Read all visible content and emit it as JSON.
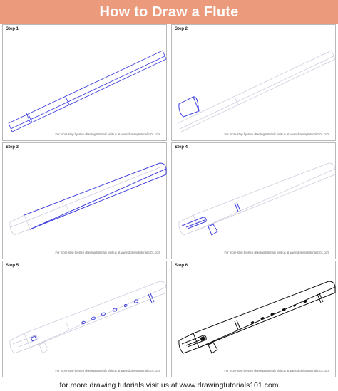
{
  "title": "How to Draw a Flute",
  "footer": "for more drawing tutorials visit us at www.drawingtutorials101.com",
  "steps": [
    {
      "label": "Step 1",
      "credit": "For more step by step drawing tutorials visit us at www.drawingtutorials101.com"
    },
    {
      "label": "Step 2",
      "credit": "For more step by step drawing tutorials visit us at www.drawingtutorials101.com"
    },
    {
      "label": "Step 3",
      "credit": "For more step by step drawing tutorials visit us at www.drawingtutorials101.com"
    },
    {
      "label": "Step 4",
      "credit": "For more step by step drawing tutorials visit us at www.drawingtutorials101.com"
    },
    {
      "label": "Step 5",
      "credit": "For more step by step drawing tutorials visit us at www.drawingtutorials101.com"
    },
    {
      "label": "Step 6",
      "credit": "For more step by step drawing tutorials visit us at www.drawingtutorials101.com"
    }
  ],
  "colors": {
    "title_bar": "#ec9a7c",
    "new_lines": "#3f3fe0",
    "guide_lines": "#c8c8dc",
    "final_lines": "#111111",
    "border": "#b9b9b9"
  }
}
